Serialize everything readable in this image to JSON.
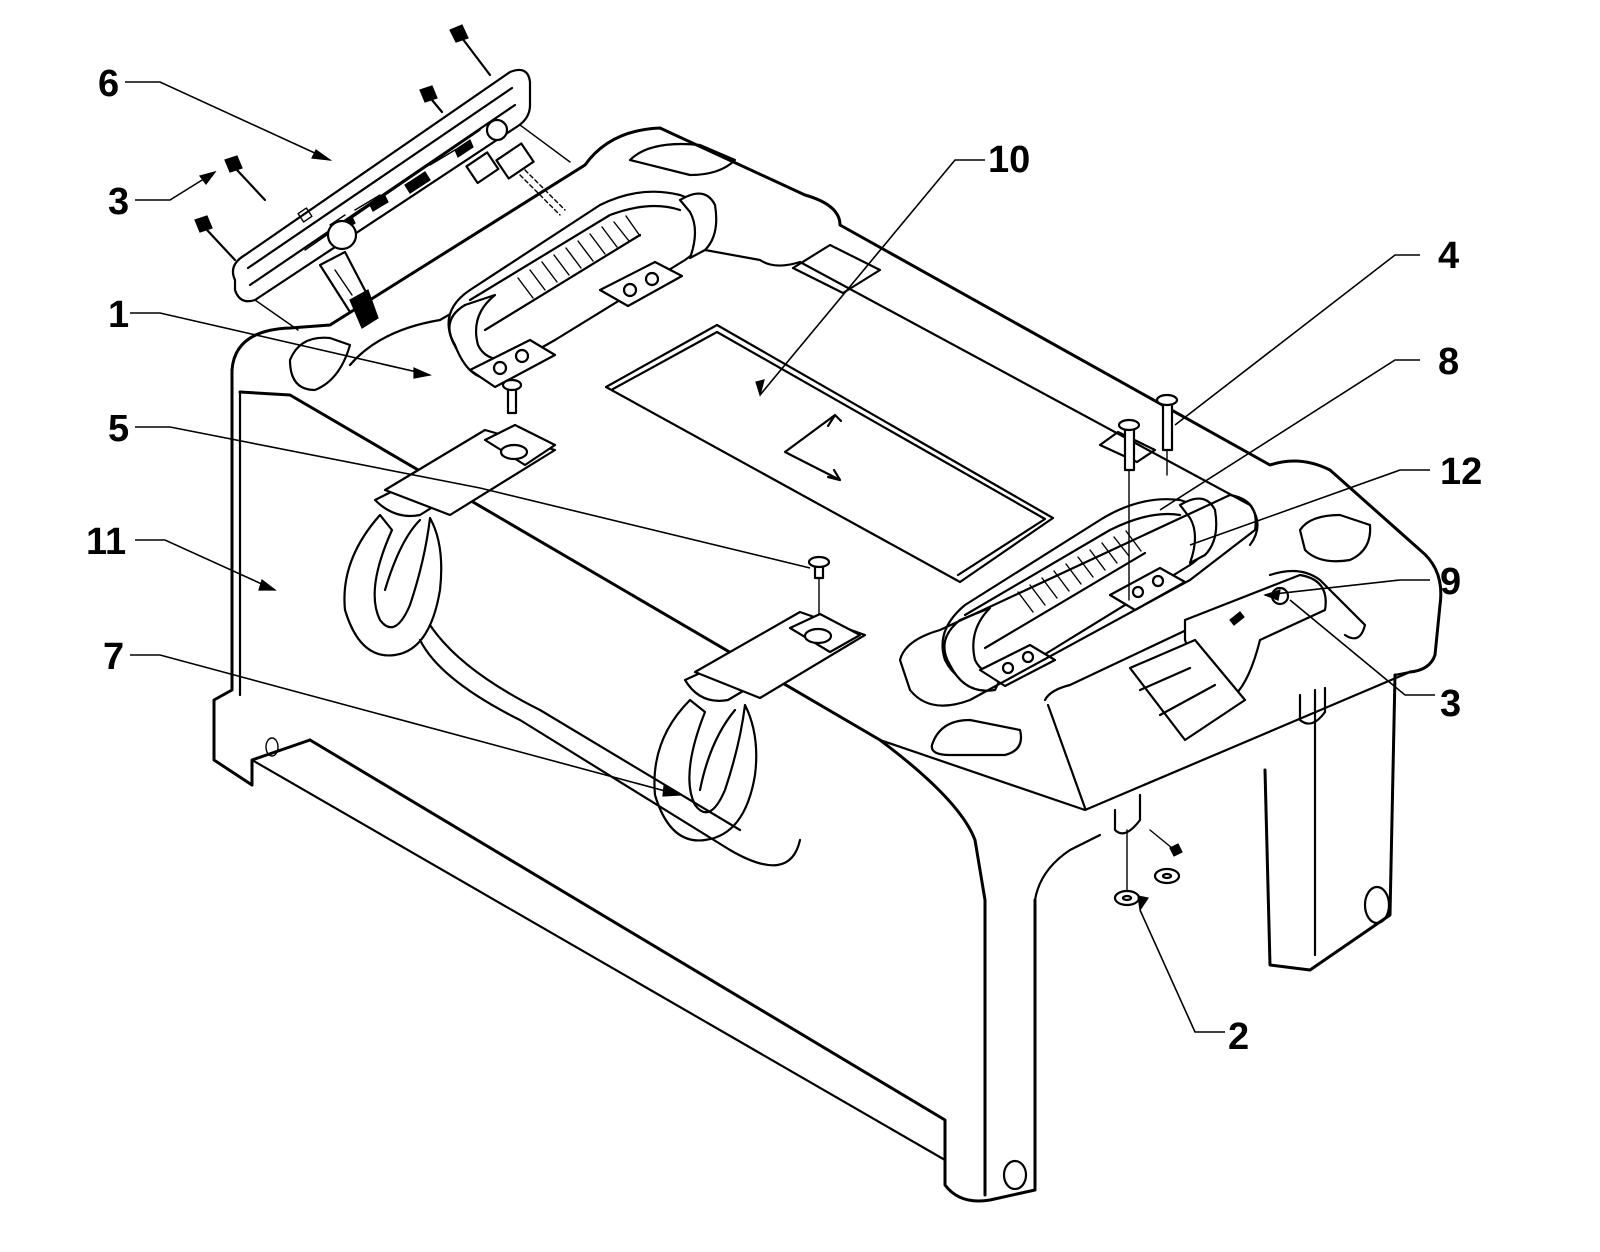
{
  "callouts": [
    {
      "id": "c6",
      "label": "6"
    },
    {
      "id": "c3a",
      "label": "3"
    },
    {
      "id": "c1",
      "label": "1"
    },
    {
      "id": "c5",
      "label": "5"
    },
    {
      "id": "c11",
      "label": "11"
    },
    {
      "id": "c7",
      "label": "7"
    },
    {
      "id": "c10",
      "label": "10"
    },
    {
      "id": "c4",
      "label": "4"
    },
    {
      "id": "c8",
      "label": "8"
    },
    {
      "id": "c12",
      "label": "12"
    },
    {
      "id": "c9",
      "label": "9"
    },
    {
      "id": "c3b",
      "label": "3"
    },
    {
      "id": "c2",
      "label": "2"
    }
  ]
}
